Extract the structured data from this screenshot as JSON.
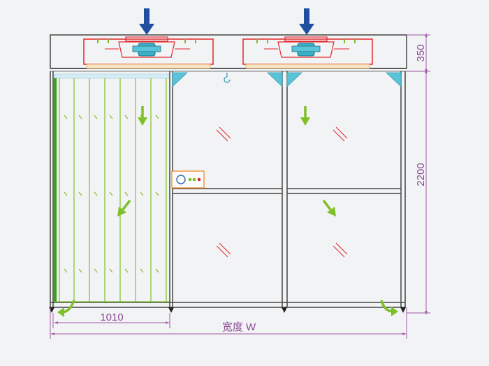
{
  "dimensions": {
    "top_height": "350",
    "body_height": "2200",
    "curtain_width": "1010",
    "total_width": "宽度 W"
  },
  "icons": {
    "supply_air": "down-arrow-icon",
    "fan": "fan-unit-icon",
    "control_panel": "control-panel-icon",
    "airflow": "green-airflow-arrow-icon"
  },
  "colors": {
    "frame": "#333333",
    "fan_unit": "#e2262b",
    "fan_core": "#38b3c9",
    "supply_arrow": "#1f4f9e",
    "airflow": "#7fbf2a",
    "curtain": "#7fbf2a",
    "corner_bracket": "#5bc3d8",
    "dimension": "#a05aa6",
    "control_panel_border": "#f08a24"
  }
}
